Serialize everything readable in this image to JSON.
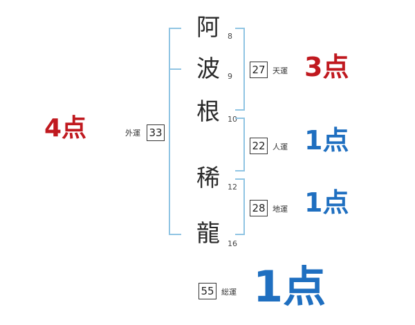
{
  "name": {
    "chars": [
      {
        "char": "阿",
        "strokes": "8"
      },
      {
        "char": "波",
        "strokes": "9"
      },
      {
        "char": "根",
        "strokes": "10"
      },
      {
        "char": "稀",
        "strokes": "12"
      },
      {
        "char": "龍",
        "strokes": "16"
      }
    ]
  },
  "fortunes": {
    "gaiun": {
      "label": "外運",
      "value": "33",
      "score": "4点"
    },
    "tenun": {
      "label": "天運",
      "value": "27",
      "score": "3点"
    },
    "jinun": {
      "label": "人運",
      "value": "22",
      "score": "1点"
    },
    "chiun": {
      "label": "地運",
      "value": "28",
      "score": "1点"
    },
    "souun": {
      "label": "総運",
      "value": "55",
      "score": "1点"
    }
  },
  "colors": {
    "high_score": "#c0191f",
    "low_score": "#1f6fc0",
    "bracket": "#8fc4e3"
  }
}
